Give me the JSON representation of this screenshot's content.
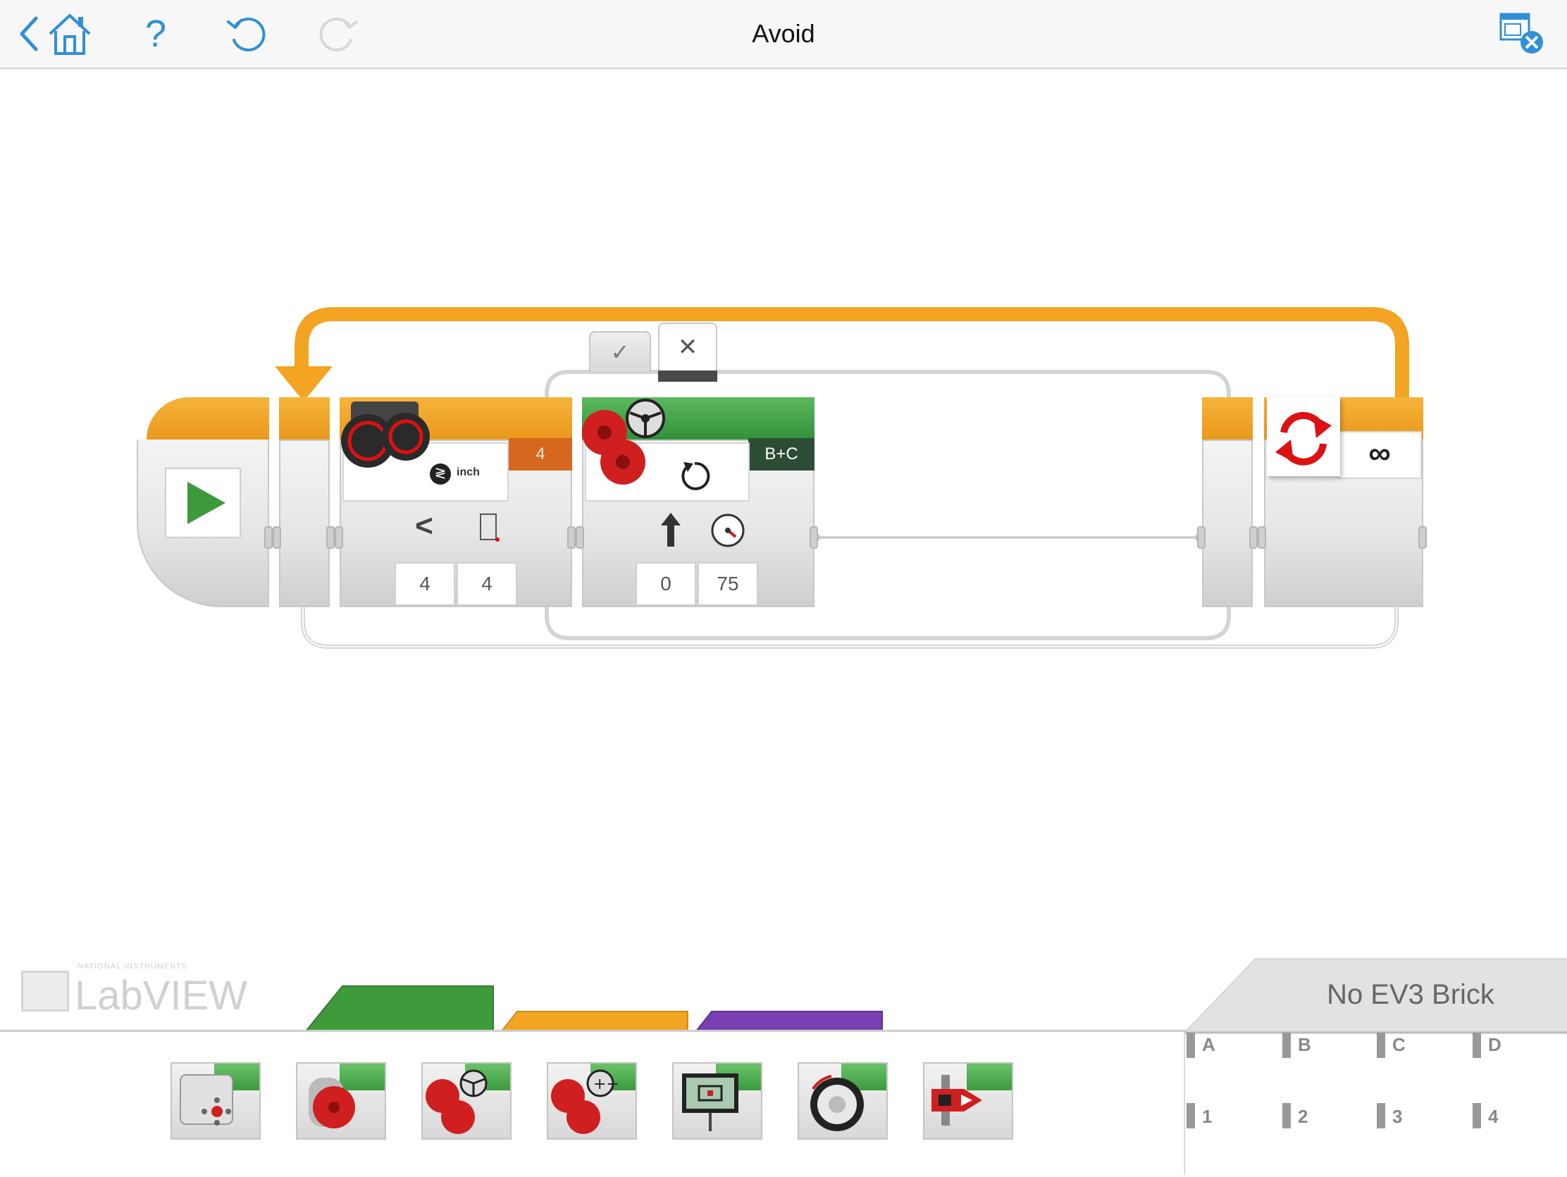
{
  "window": {
    "title": "Avoid"
  },
  "toolbar": {
    "back_icon": "chevron-left-icon",
    "home_icon": "home-icon",
    "help_label": "?",
    "undo_icon": "undo-icon",
    "redo_icon": "redo-icon",
    "close_program_icon": "close-program-icon"
  },
  "program": {
    "start_block": {
      "icon": "play-icon"
    },
    "switch": {
      "sensor": "ultrasonic",
      "port": "4",
      "mode_unit": "inch",
      "compare_symbol": "<",
      "threshold_value": "4",
      "second_value": "4",
      "case_true_label": "✓",
      "case_false_label": "✕"
    },
    "move_steering": {
      "ports": "B+C",
      "steering": "0",
      "power": "75"
    },
    "loop": {
      "mode_symbol": "∞"
    }
  },
  "branding": {
    "small": "NATIONAL INSTRUMENTS",
    "name": "LabVIEW"
  },
  "palette": {
    "tabs": [
      {
        "name": "action",
        "color": "#3f9a3c"
      },
      {
        "name": "flow",
        "color": "#f2a422"
      },
      {
        "name": "sensor",
        "color": "#7a3fb3"
      }
    ],
    "blocks": [
      {
        "name": "medium-motor"
      },
      {
        "name": "large-motor"
      },
      {
        "name": "move-steering"
      },
      {
        "name": "move-tank"
      },
      {
        "name": "display"
      },
      {
        "name": "sound"
      },
      {
        "name": "brick-status-light"
      }
    ]
  },
  "brick_panel": {
    "status": "No EV3 Brick",
    "motor_ports": [
      "A",
      "B",
      "C",
      "D"
    ],
    "sensor_ports": [
      "1",
      "2",
      "3",
      "4"
    ]
  }
}
